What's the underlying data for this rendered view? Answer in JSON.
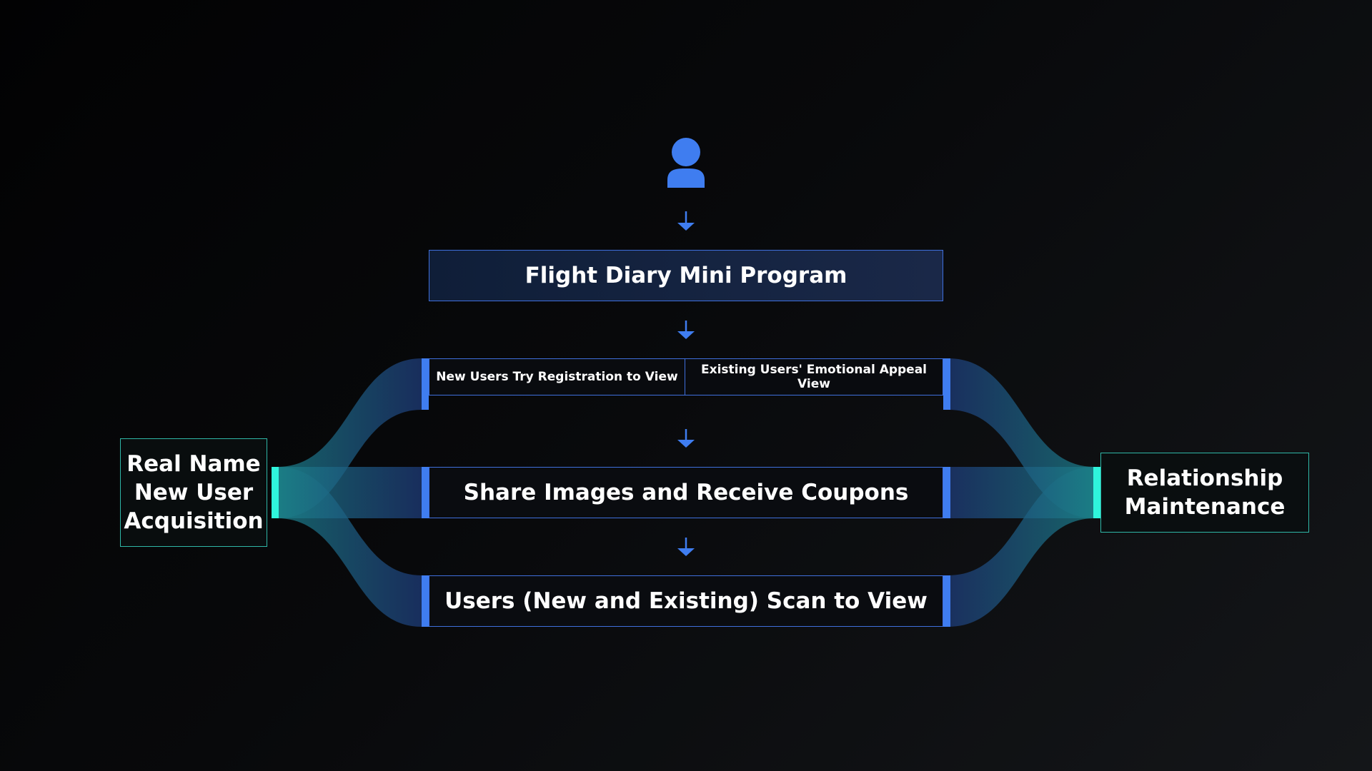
{
  "colors": {
    "accent_blue": "#3f7df0",
    "accent_teal": "#2ff5dc",
    "border_blue": "#3f6fdc",
    "border_teal": "#2fb7a7"
  },
  "icons": {
    "user": "user-icon",
    "arrow": "arrow-down-icon"
  },
  "top": {
    "title": "Flight Diary Mini Program"
  },
  "split": {
    "left": "New Users Try Registration to View",
    "right": "Existing Users' Emotional Appeal View"
  },
  "stages": {
    "middle": "Share Images and Receive Coupons",
    "bottom": "Users (New and Existing) Scan to View"
  },
  "left_node": {
    "lines": [
      "Real Name",
      "New User",
      "Acquisition"
    ]
  },
  "right_node": {
    "lines": [
      "Relationship",
      "Maintenance"
    ]
  }
}
